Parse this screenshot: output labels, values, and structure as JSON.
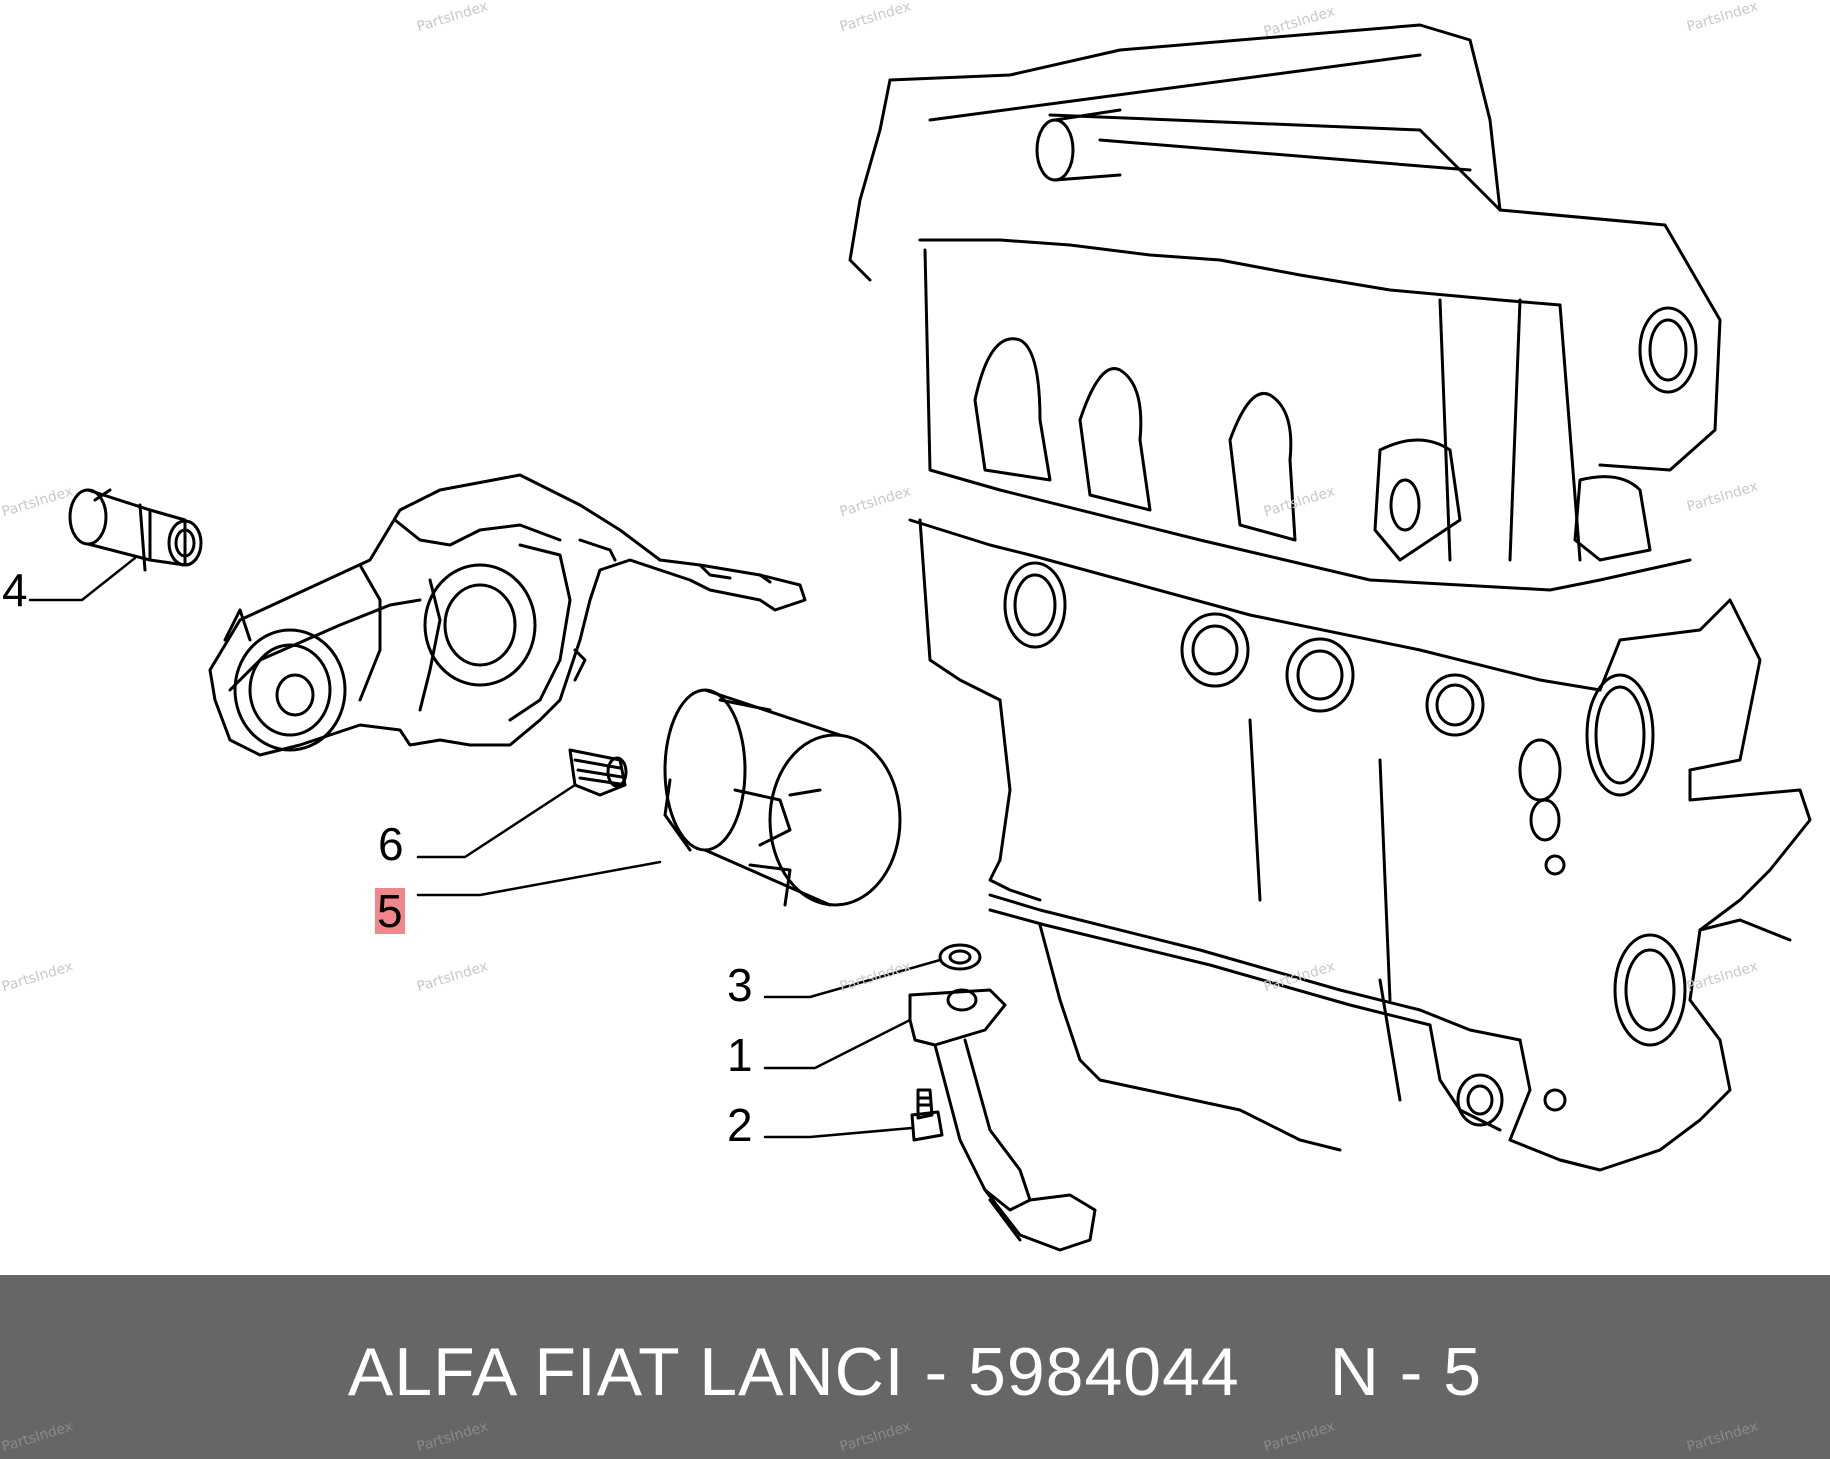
{
  "watermark": "PartsIndex",
  "callouts": [
    {
      "id": "4",
      "label": "4"
    },
    {
      "id": "6",
      "label": "6"
    },
    {
      "id": "5",
      "label": "5",
      "highlighted": true
    },
    {
      "id": "3",
      "label": "3"
    },
    {
      "id": "1",
      "label": "1"
    },
    {
      "id": "2",
      "label": "2"
    }
  ],
  "footer": {
    "part_text": "ALFA FIAT LANCI - 5984044",
    "ref_text": "N - 5"
  },
  "colors": {
    "footer_bg": "#666666",
    "highlight": "#f2868a",
    "line": "#000000"
  }
}
